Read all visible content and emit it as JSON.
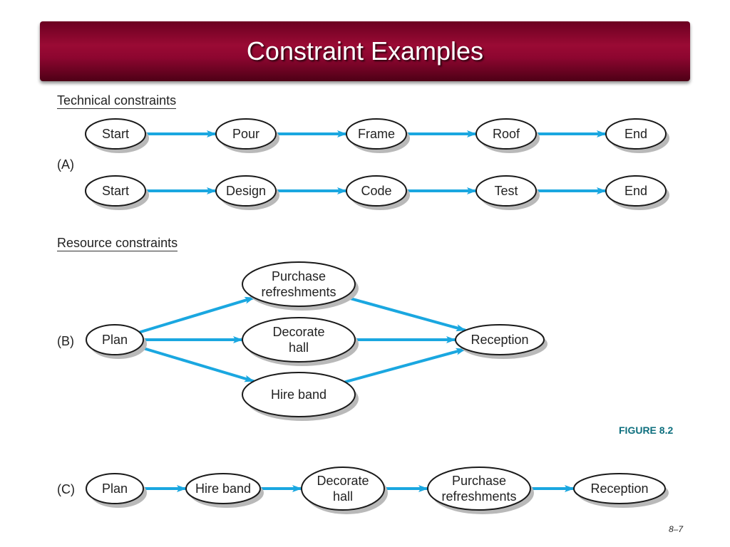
{
  "title": "Constraint Examples",
  "sections": {
    "technical": "Technical constraints",
    "resource": "Resource constraints"
  },
  "tags": {
    "a": "(A)",
    "b": "(B)",
    "c": "(C)"
  },
  "figure_label": "FIGURE 8.2",
  "page_number": "8–7",
  "colors": {
    "title_bg": "#8e0630",
    "arrow": "#1aa7e0",
    "figure_label": "#0e6f7e"
  },
  "diagram": {
    "a1": [
      "Start",
      "Pour",
      "Frame",
      "Roof",
      "End"
    ],
    "a2": [
      "Start",
      "Design",
      "Code",
      "Test",
      "End"
    ],
    "b": {
      "start": "Plan",
      "middle": [
        "Purchase refreshments",
        "Decorate hall",
        "Hire band"
      ],
      "end": "Reception"
    },
    "c": [
      "Plan",
      "Hire band",
      "Decorate hall",
      "Purchase refreshments",
      "Reception"
    ]
  }
}
